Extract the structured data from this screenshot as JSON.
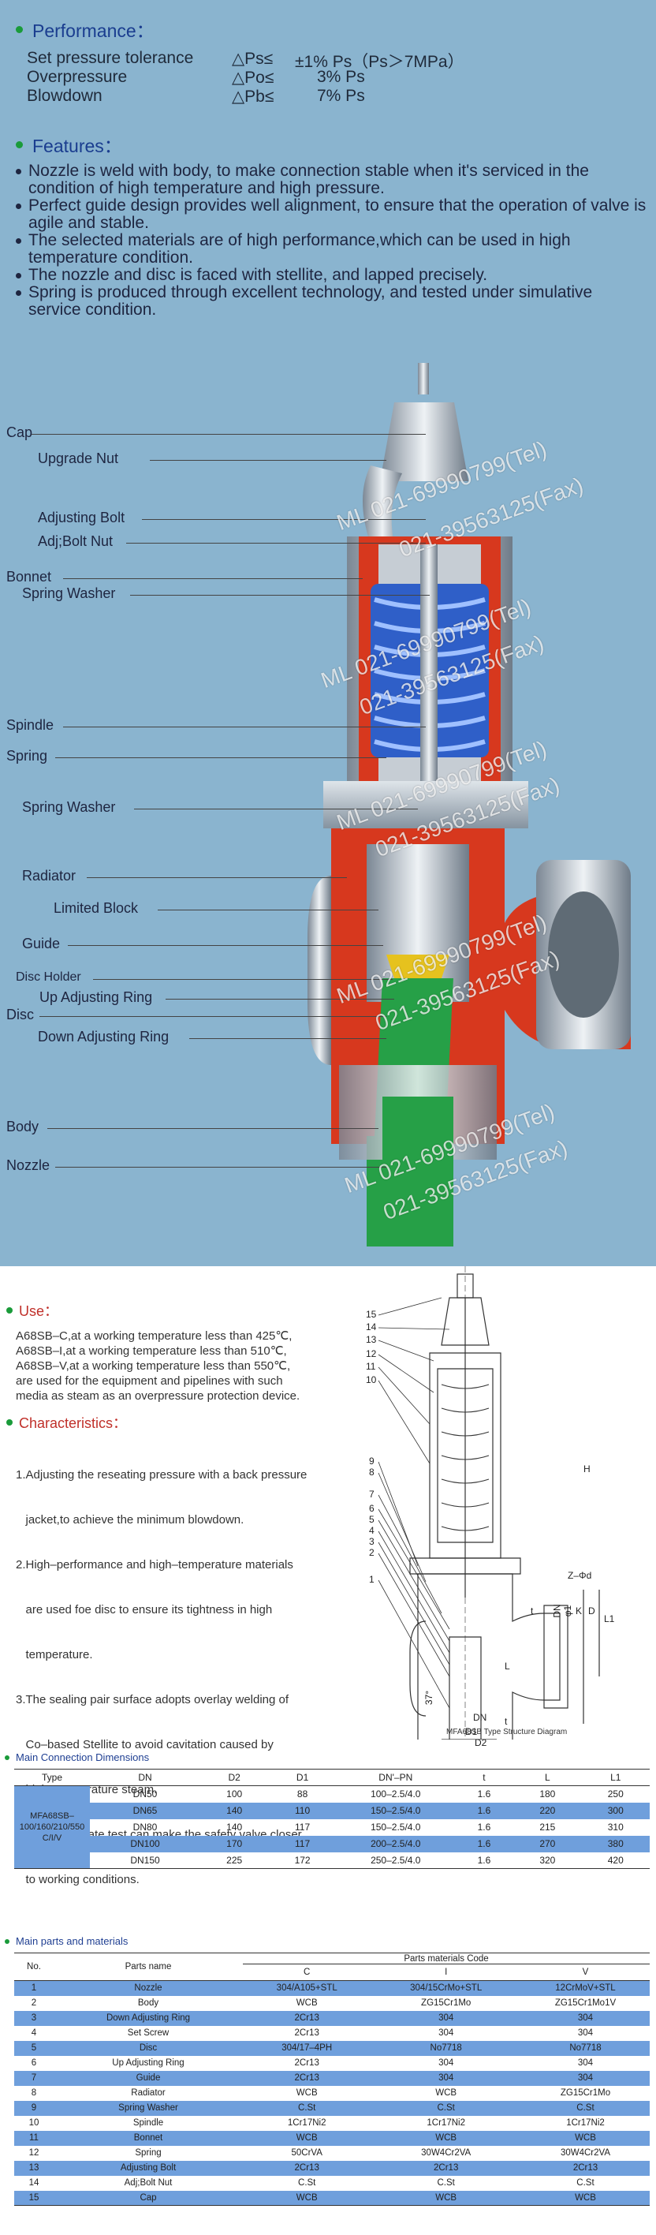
{
  "performance": {
    "heading": "Performance：",
    "rows": [
      {
        "label": "Set pressure tolerance",
        "symbol": "△Ps≤",
        "value": "±1% Ps（Ps＞7MPa）"
      },
      {
        "label": "Overpressure",
        "symbol": "△Po≤",
        "value": "3% Ps"
      },
      {
        "label": "Blowdown",
        "symbol": "△Pb≤",
        "value": "7% Ps"
      }
    ]
  },
  "features": {
    "heading": "Features：",
    "items": [
      "Nozzle is weld with body, to make connection stable when it's serviced in the condition of high temperature and high pressure.",
      "Perfect guide design provides well alignment, to ensure that the operation of valve is agile and stable.",
      "The selected materials are of high performance,which can be used in high temperature condition.",
      "The nozzle and disc is faced with stellite, and lapped precisely.",
      "Spring is produced through excellent technology, and tested under simulative service condition."
    ]
  },
  "valve_labels": [
    "Cap",
    "Upgrade Nut",
    "Adjusting Bolt",
    "Adj;Bolt Nut",
    "Bonnet",
    "Spring Washer",
    "Spindle",
    "Spring",
    "Spring Washer",
    "Radiator",
    "Limited Block",
    "Guide",
    "Disc Holder",
    "Up Adjusting Ring",
    "Disc",
    "Down Adjusting Ring",
    "Body",
    "Nozzle"
  ],
  "watermark": {
    "tel": "021-69990799(Tel)",
    "fax": "021-39563125(Fax)",
    "prefix": "ML"
  },
  "use": {
    "heading": "Use：",
    "text": [
      "A68SB–C,at a working temperature less than 425℃,",
      "A68SB–I,at a working temperature less than 510℃,",
      "A68SB–V,at a working temperature less than 550℃,",
      "are used for the equipment and pipelines with such",
      "media as steam as an overpressure protection device."
    ]
  },
  "characteristics": {
    "heading": "Characteristics：",
    "text": [
      "1.Adjusting the reseating pressure with a back pressure",
      "   jacket,to achieve the minimum blowdown.",
      "2.High–performance and high–temperature materials",
      "   are used foe disc to ensure its tightness in high",
      "   temperature.",
      "3.The sealing pair surface adopts overlay welding of",
      "   Co–based Stellite to avoid cavitation caused by",
      "   high–temperature steam.",
      "4.A thermal state test can make the safety valve closer",
      "   to working conditions."
    ]
  },
  "diagram": {
    "caption": "MFA68SB Type Structure Diagram",
    "numbers": [
      "15",
      "14",
      "13",
      "12",
      "11",
      "10",
      "9",
      "8",
      "7",
      "6",
      "5",
      "4",
      "3",
      "2",
      "1"
    ],
    "dims": [
      "H",
      "Z–Φd",
      "t",
      "DN",
      "φ1",
      "K",
      "D",
      "L1",
      "L",
      "D1",
      "D2",
      "DN",
      "t",
      "37°"
    ]
  },
  "dimensions": {
    "heading": "Main Connection Dimensions",
    "headers": [
      "Type",
      "DN",
      "D2",
      "D1",
      "DN'–PN",
      "t",
      "L",
      "L1"
    ],
    "type": "MFA68SB–100/160/210/550 C/I/V",
    "rows": [
      [
        "DN50",
        "100",
        "88",
        "100–2.5/4.0",
        "1.6",
        "180",
        "250"
      ],
      [
        "DN65",
        "140",
        "110",
        "150–2.5/4.0",
        "1.6",
        "220",
        "300"
      ],
      [
        "DN80",
        "140",
        "117",
        "150–2.5/4.0",
        "1.6",
        "215",
        "310"
      ],
      [
        "DN100",
        "170",
        "117",
        "200–2.5/4.0",
        "1.6",
        "270",
        "380"
      ],
      [
        "DN150",
        "225",
        "172",
        "250–2.5/4.0",
        "1.6",
        "320",
        "420"
      ]
    ]
  },
  "parts": {
    "heading": "Main parts and materials",
    "h_no": "No.",
    "h_name": "Parts name",
    "h_code": "Parts materials Code",
    "h_cols": [
      "C",
      "I",
      "V"
    ],
    "rows": [
      [
        "1",
        "Nozzle",
        "304/A105+STL",
        "304/15CrMo+STL",
        "12CrMoV+STL"
      ],
      [
        "2",
        "Body",
        "WCB",
        "ZG15Cr1Mo",
        "ZG15Cr1Mo1V"
      ],
      [
        "3",
        "Down Adjusting Ring",
        "2Cr13",
        "304",
        "304"
      ],
      [
        "4",
        "Set Screw",
        "2Cr13",
        "304",
        "304"
      ],
      [
        "5",
        "Disc",
        "304/17–4PH",
        "No7718",
        "No7718"
      ],
      [
        "6",
        "Up Adjusting Ring",
        "2Cr13",
        "304",
        "304"
      ],
      [
        "7",
        "Guide",
        "2Cr13",
        "304",
        "304"
      ],
      [
        "8",
        "Radiator",
        "WCB",
        "WCB",
        "ZG15Cr1Mo"
      ],
      [
        "9",
        "Spring Washer",
        "C.St",
        "C.St",
        "C.St"
      ],
      [
        "10",
        "Spindle",
        "1Cr17Ni2",
        "1Cr17Ni2",
        "1Cr17Ni2"
      ],
      [
        "11",
        "Bonnet",
        "WCB",
        "WCB",
        "WCB"
      ],
      [
        "12",
        "Spring",
        "50CrVA",
        "30W4Cr2VA",
        "30W4Cr2VA"
      ],
      [
        "13",
        "Adjusting Bolt",
        "2Cr13",
        "2Cr13",
        "2Cr13"
      ],
      [
        "14",
        "Adj;Bolt Nut",
        "C.St",
        "C.St",
        "C.St"
      ],
      [
        "15",
        "Cap",
        "WCB",
        "WCB",
        "WCB"
      ]
    ]
  },
  "colors": {
    "blue_bg": "#8ab4cf",
    "heading_blue": "#1a3d8f",
    "heading_red": "#c0302a",
    "row_blue": "#6f9fdc",
    "red_body": "#d7381e",
    "spring_blue": "#2f5fc8",
    "nozzle_green": "#26a047"
  }
}
